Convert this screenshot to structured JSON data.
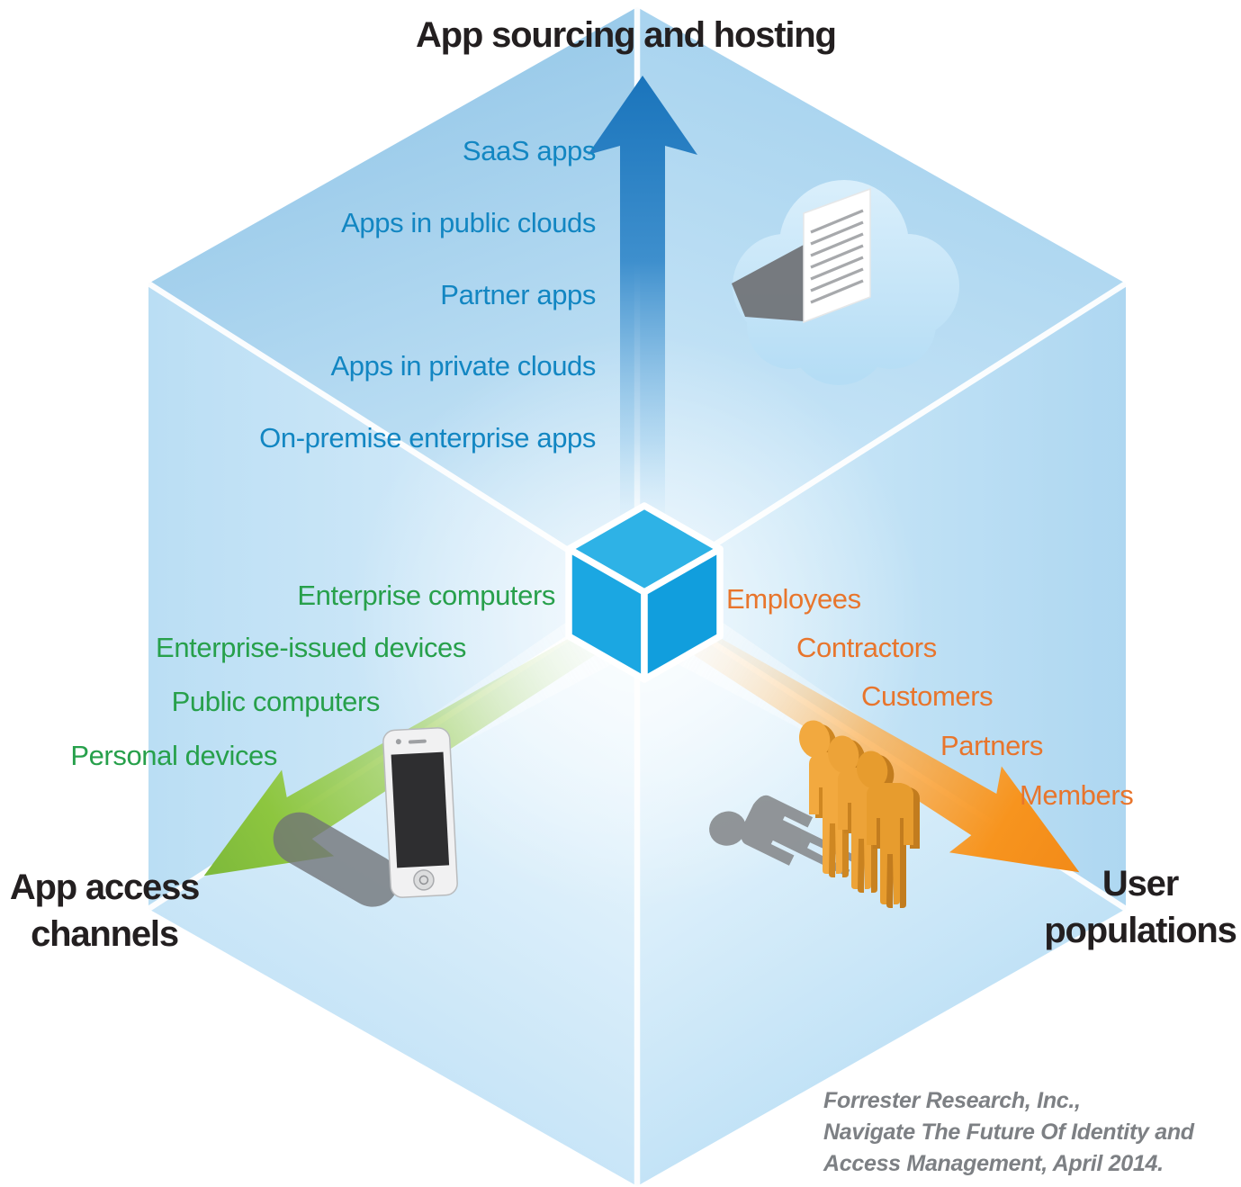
{
  "diagram": {
    "title": "App sourcing and hosting",
    "axes": {
      "top": {
        "label": "App sourcing and hosting"
      },
      "bottom_left": {
        "label": "App access channels",
        "line1": "App access",
        "line2": "channels"
      },
      "bottom_right": {
        "label": "User populations",
        "line1": "User",
        "line2": "populations"
      }
    },
    "app_sourcing_items": [
      "SaaS apps",
      "Apps in public clouds",
      "Partner apps",
      "Apps in private clouds",
      "On-premise enterprise apps"
    ],
    "app_access_items": [
      "Enterprise computers",
      "Enterprise-issued devices",
      "Public computers",
      "Personal devices"
    ],
    "user_population_items": [
      "Employees",
      "Contractors",
      "Customers",
      "Partners",
      "Members"
    ],
    "source": {
      "line1": "Forrester Research, Inc.,",
      "line2": "Navigate The Future Of Identity and",
      "line3": "Access Management, April 2014."
    },
    "icons": {
      "top_right": "cloud-document-icon",
      "bottom_left": "smartphone-icon",
      "bottom_right": "user-group-icon",
      "center": "cube-icon"
    },
    "colors": {
      "sourcing_text": "#1286c2",
      "access_text": "#27a04b",
      "population_text": "#e8752c",
      "arrow_blue": "#1b75bc",
      "arrow_green": "#8dc63f",
      "arrow_orange": "#f7941e",
      "cube_blue": "#1ba7e2",
      "title_text": "#231f20",
      "source_text": "#7d8084",
      "room_light_blue": "#bfe1f5"
    }
  }
}
